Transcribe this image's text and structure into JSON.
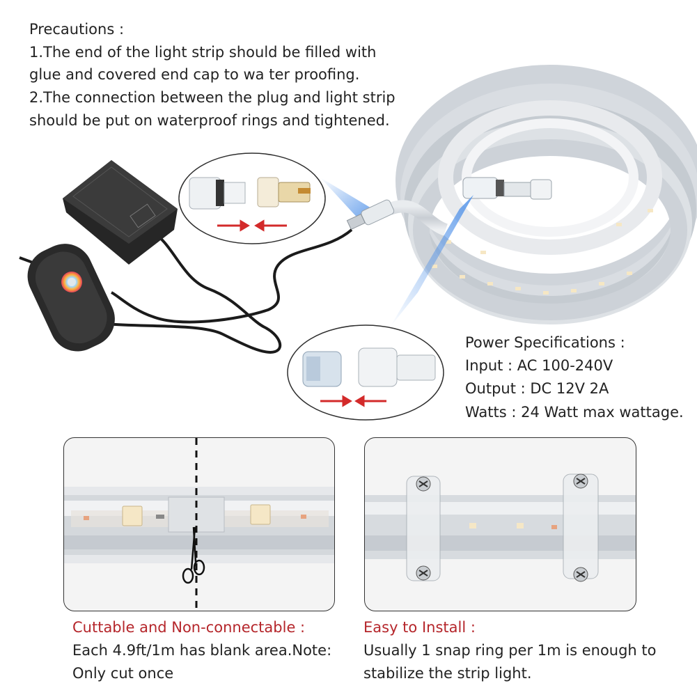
{
  "precautions": {
    "title": "Precautions :",
    "line1": "1.The end of the light strip should be filled with",
    "line2": "glue and covered end cap to wa ter proofing.",
    "line3": "2.The connection between the plug and light strip",
    "line4": "should be put on waterproof rings and tightened."
  },
  "power": {
    "title": "Power Specifications :",
    "input": "Input : AC 100-240V",
    "output": "Output : DC 12V 2A",
    "watts": "Watts : 24 Watt max wattage."
  },
  "left_panel": {
    "heading": "Cuttable and Non-connectable :",
    "line1": "Each 4.9ft/1m has blank area.Note:",
    "line2": "Only cut once"
  },
  "right_panel": {
    "heading": "Easy to Install :",
    "line1": "Usually 1 snap ring per 1m is enough to",
    "line2": "stabilize the strip light."
  },
  "colors": {
    "heading_red": "#b5262b",
    "arrow_red": "#d32a2a",
    "glow_blue": "#4a8ee8"
  }
}
